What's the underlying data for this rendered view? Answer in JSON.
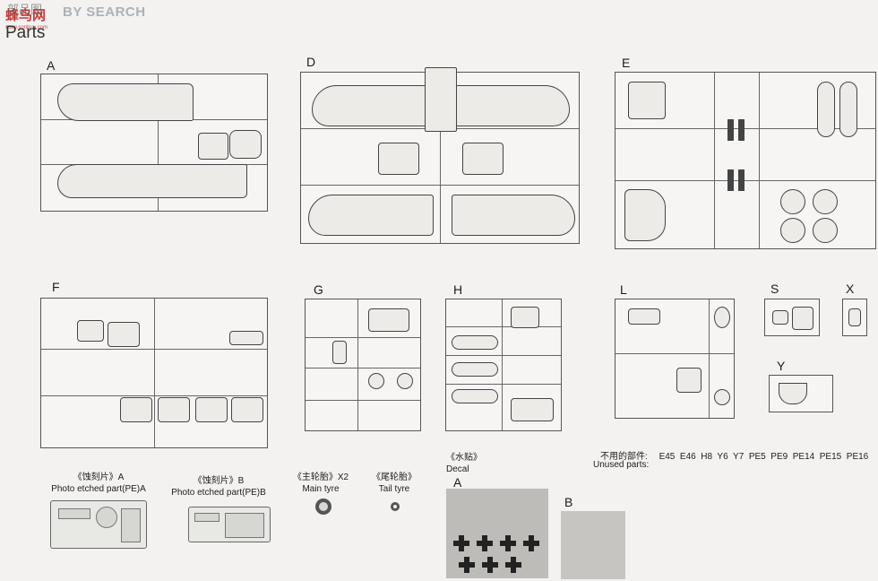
{
  "watermark": {
    "site_cn": "蜂鸟网",
    "site_en": "BY SEARCH",
    "domain": "www.sonbuu.com"
  },
  "header": {
    "title_cn": "部品图",
    "title_en": "Parts"
  },
  "sprues": {
    "A": "A",
    "D": "D",
    "E": "E",
    "F": "F",
    "G": "G",
    "H": "H",
    "L": "L",
    "S": "S",
    "X": "X",
    "Y": "Y"
  },
  "pe_a": {
    "cn": "《蚀刻片》A",
    "en": "Photo etched part(PE)A"
  },
  "pe_b": {
    "cn": "《蚀刻片》B",
    "en": "Photo etched part(PE)B"
  },
  "main_tyre": {
    "cn": "《主轮胎》X2",
    "en": "Main tyre"
  },
  "tail_tyre": {
    "cn": "《尾轮胎》",
    "en": "Tail tyre"
  },
  "decal": {
    "cn": "《水贴》",
    "en": "Decal",
    "sheet_a": "A",
    "sheet_b": "B"
  },
  "unused": {
    "cn": "不用的部件:",
    "en": "Unused parts:",
    "list": "E45  E46  H8  Y6  Y7  PE5  PE9  PE14  PE15  PE16"
  }
}
